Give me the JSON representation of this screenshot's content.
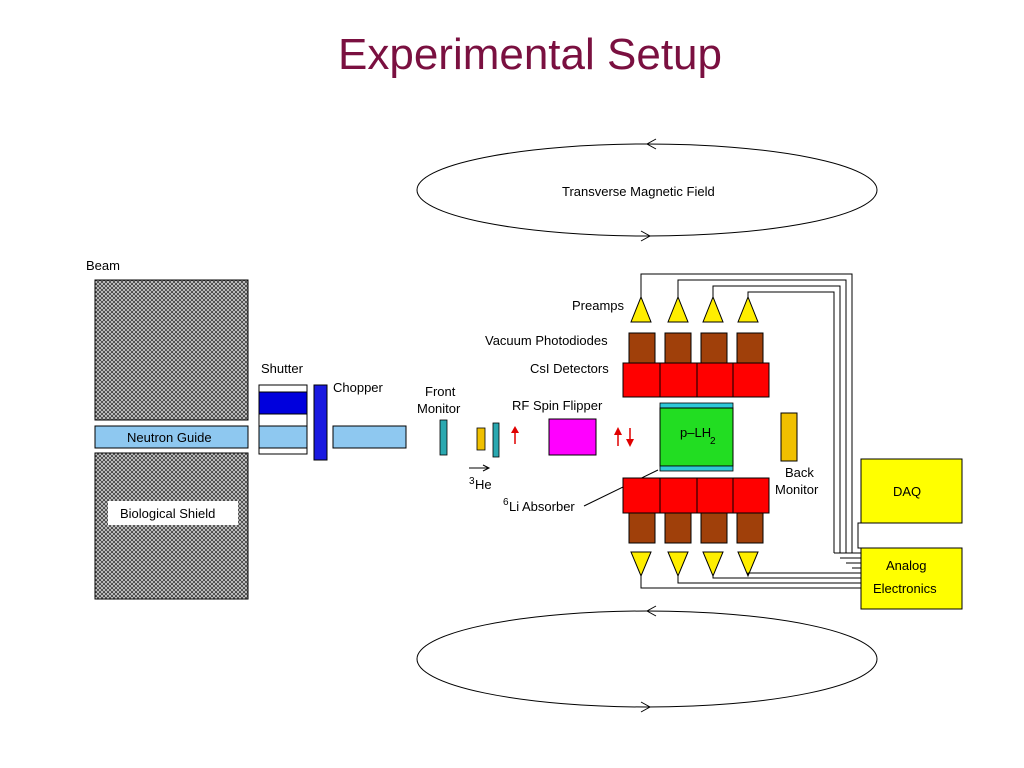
{
  "title": "Experimental Setup",
  "colors": {
    "title": "#7a1040",
    "shutter": "#0000dd",
    "chopper": "#1a1ae0",
    "guide": "#8ec8f0",
    "monitor": "#2aa8b0",
    "he3": "#f0c000",
    "flipper": "#ff00ff",
    "target": "#22dd22",
    "target_window": "#30c8d8",
    "detector": "#ff0000",
    "photodiode": "#a0400a",
    "preamp": "#ffee00",
    "electronics": "#ffff00",
    "back_monitor": "#f0c000",
    "spin_arrow": "#e00000"
  },
  "labels": {
    "beam": "Beam",
    "neutron_guide": "Neutron Guide",
    "biological_shield": "Biological Shield",
    "shutter": "Shutter",
    "chopper": "Chopper",
    "front_monitor_line1": "Front",
    "front_monitor_line2": "Monitor",
    "he3_sup": "3",
    "he3_text": "He",
    "rf_spin_flipper": "RF Spin Flipper",
    "li6_sup": "6",
    "li6_text": "Li Absorber",
    "target_main": "p–LH",
    "target_sub": "2",
    "preamps": "Preamps",
    "vacuum_photodiodes": "Vacuum Photodiodes",
    "csi_detectors": "CsI Detectors",
    "back_monitor_line1": "Back",
    "back_monitor_line2": "Monitor",
    "daq": "DAQ",
    "analog_line1": "Analog",
    "analog_line2": "Electronics",
    "transverse_field": "Transverse Magnetic Field"
  }
}
